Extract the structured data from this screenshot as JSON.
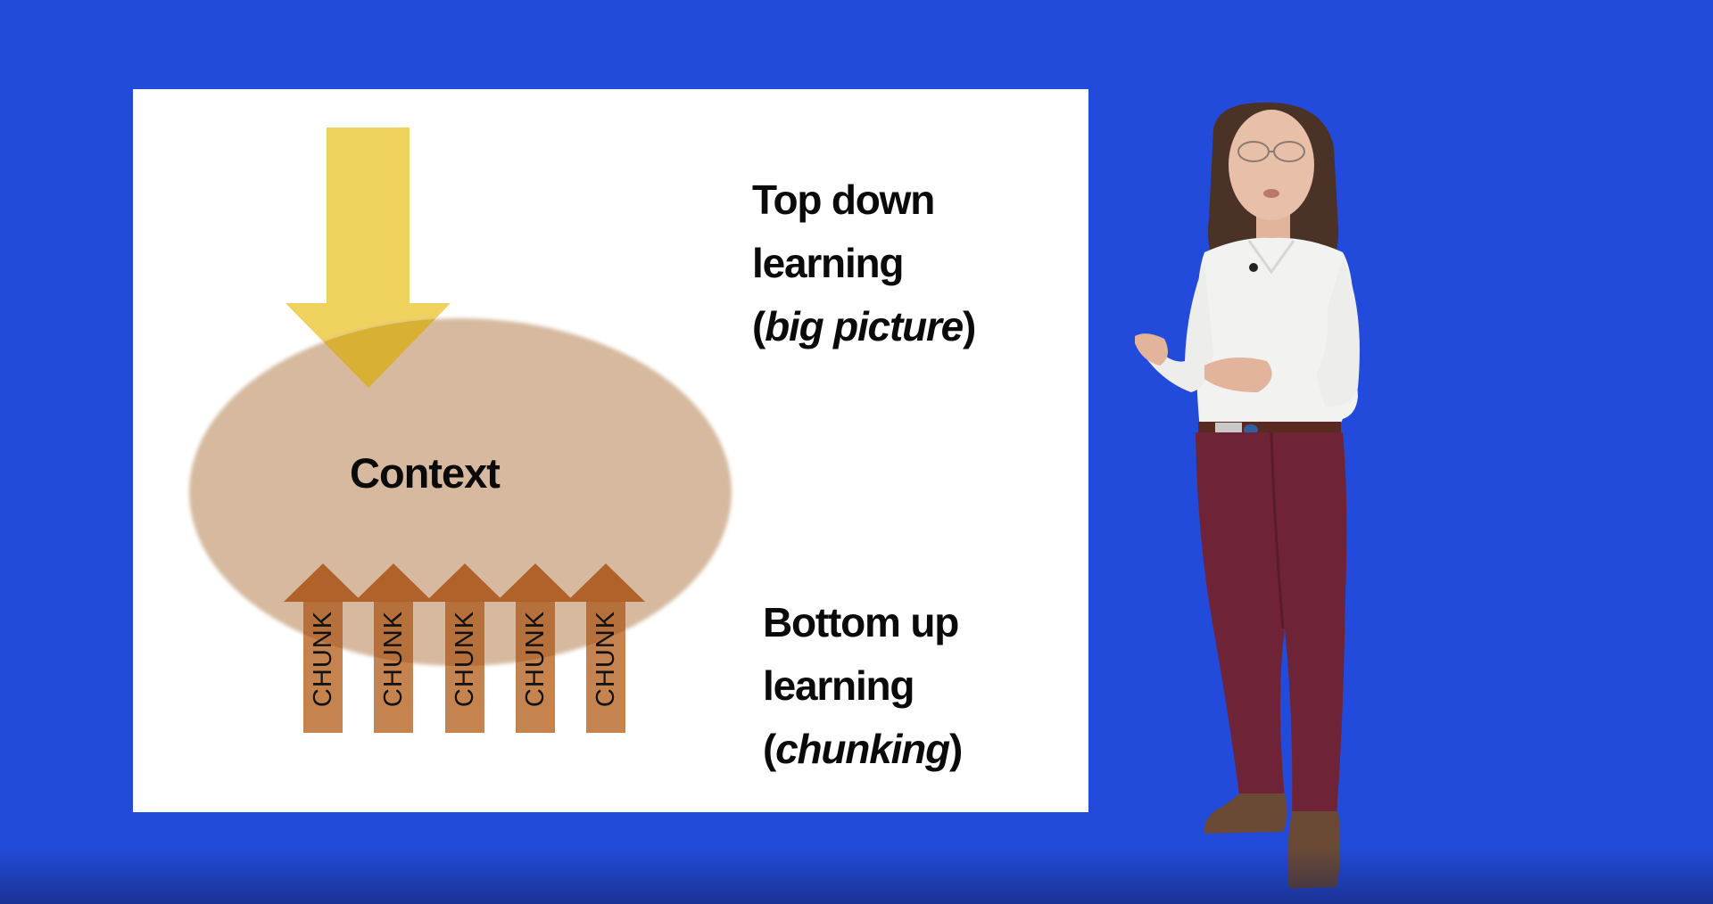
{
  "slide": {
    "background_color": "#234BDB",
    "panel_color": "#FFFFFF",
    "diagram": {
      "center_label": "Context",
      "top_arrow": {
        "direction": "down",
        "color": "#EFD25E",
        "overlap_color": "#D8B033"
      },
      "ellipse": {
        "color": "#D6B99F"
      },
      "bottom_arrows": {
        "direction": "up",
        "shaft_color": "#C5834F",
        "head_color": "#B0622A",
        "labels": [
          "CHUNK",
          "CHUNK",
          "CHUNK",
          "CHUNK",
          "CHUNK"
        ]
      }
    },
    "top_text": {
      "line1": "Top down",
      "line2": "learning",
      "line3_open": "(",
      "line3_italic": "big picture",
      "line3_close": ")"
    },
    "bottom_text": {
      "line1": "Bottom up",
      "line2": "learning",
      "line3_open": "(",
      "line3_italic": "chunking",
      "line3_close": ")"
    }
  },
  "presenter": {
    "shirt_color": "#F2F2F0",
    "trousers_color": "#6E2436",
    "hair_color": "#4A3326",
    "skin_color": "#E8BFA8",
    "boots_color": "#6B4A35"
  }
}
